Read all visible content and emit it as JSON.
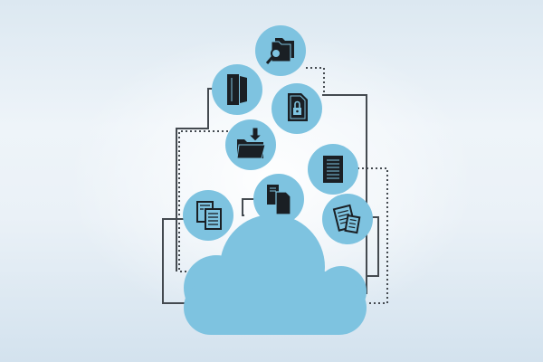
{
  "colors": {
    "cloud": "#7ec3e0",
    "circle": "#7ec3e0",
    "icon": "#1a1f24",
    "connector": "#444a50"
  },
  "nodes": [
    {
      "id": "search-folder",
      "icon": "folder-search-icon"
    },
    {
      "id": "binder",
      "icon": "binder-icon"
    },
    {
      "id": "locked-document",
      "icon": "lock-document-icon"
    },
    {
      "id": "folder-download",
      "icon": "folder-download-icon"
    },
    {
      "id": "text-document",
      "icon": "text-document-icon"
    },
    {
      "id": "copy-documents",
      "icon": "copy-documents-icon"
    },
    {
      "id": "stacked-files",
      "icon": "stacked-files-icon"
    },
    {
      "id": "notes-document",
      "icon": "notes-document-icon"
    }
  ],
  "cloud": {
    "icon": "cloud-icon"
  }
}
